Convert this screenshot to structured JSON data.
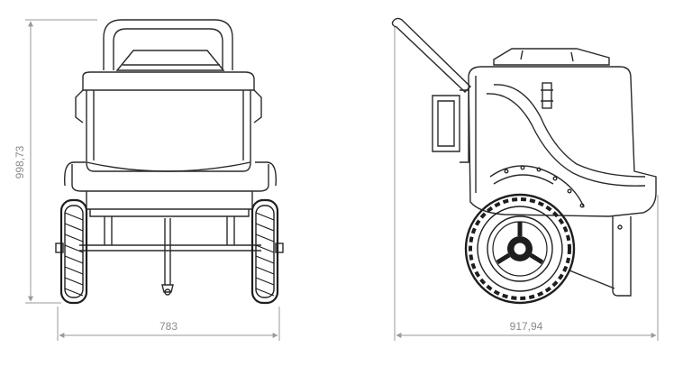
{
  "drawing": {
    "front_height_label": "998,73",
    "front_width_label": "783",
    "side_length_label": "917,94"
  },
  "colors": {
    "line": "#2a2a2a",
    "dimension": "#9a9a9a",
    "background": "#ffffff",
    "tire_dark": "#1e1e1e"
  }
}
